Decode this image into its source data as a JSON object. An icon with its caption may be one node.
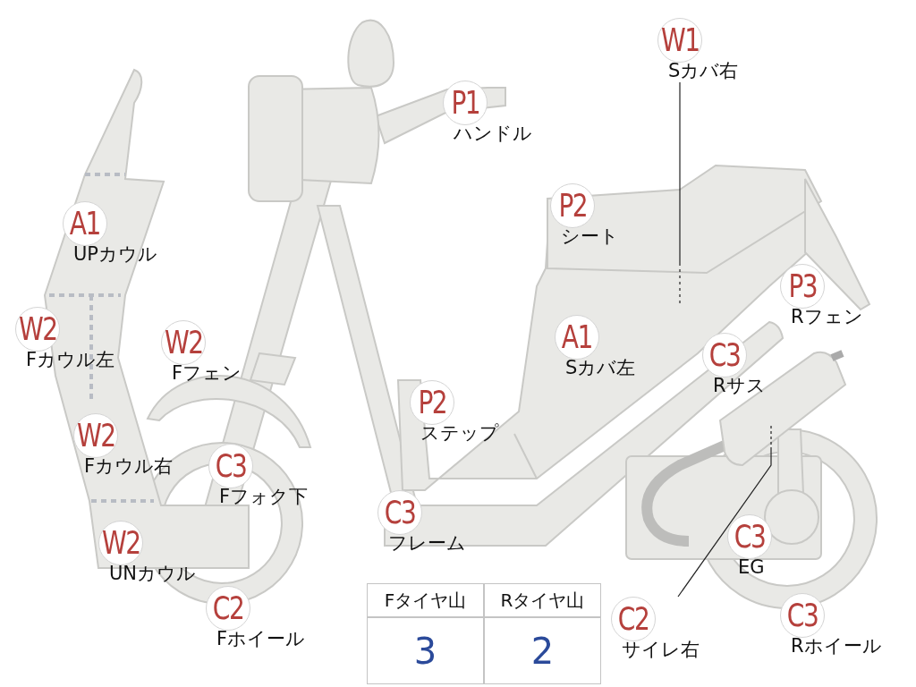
{
  "diagram": {
    "nodes": [
      {
        "text": [
          "W1",
          "Sカバ右"
        ]
      },
      {
        "text": [
          "P1",
          "ハンドル"
        ]
      },
      {
        "text": [
          "P2",
          "シート"
        ]
      },
      {
        "text": [
          "A1",
          "UPカウル"
        ]
      },
      {
        "text": [
          "P3",
          "Rフェン"
        ]
      },
      {
        "text": [
          "W2",
          "Fカウル左"
        ]
      },
      {
        "text": [
          "W2",
          "Fフェン"
        ]
      },
      {
        "text": [
          "A1",
          "Sカバ左"
        ]
      },
      {
        "text": [
          "C3",
          "Rサス"
        ]
      },
      {
        "text": [
          "P2",
          "ステップ"
        ]
      },
      {
        "text": [
          "W2",
          "Fカウル右"
        ]
      },
      {
        "text": [
          "C3",
          "Fフォク下"
        ]
      },
      {
        "text": [
          "C3",
          "フレーム"
        ]
      },
      {
        "text": [
          "W2",
          "UNカウル"
        ]
      },
      {
        "text": [
          "C3",
          "EG"
        ]
      },
      {
        "text": [
          "C2",
          "Fホイール"
        ]
      },
      {
        "text": [
          "C2",
          "サイレ右"
        ]
      },
      {
        "text": [
          "C3",
          "Rホイール"
        ]
      }
    ],
    "edges": [
      {
        "from": 0,
        "to": null,
        "arrow": "none"
      },
      {
        "from": 16,
        "to": null,
        "arrow": "none"
      }
    ],
    "labels": [
      "Fタイヤ山",
      "Rタイヤ山",
      "3",
      "2"
    ]
  }
}
